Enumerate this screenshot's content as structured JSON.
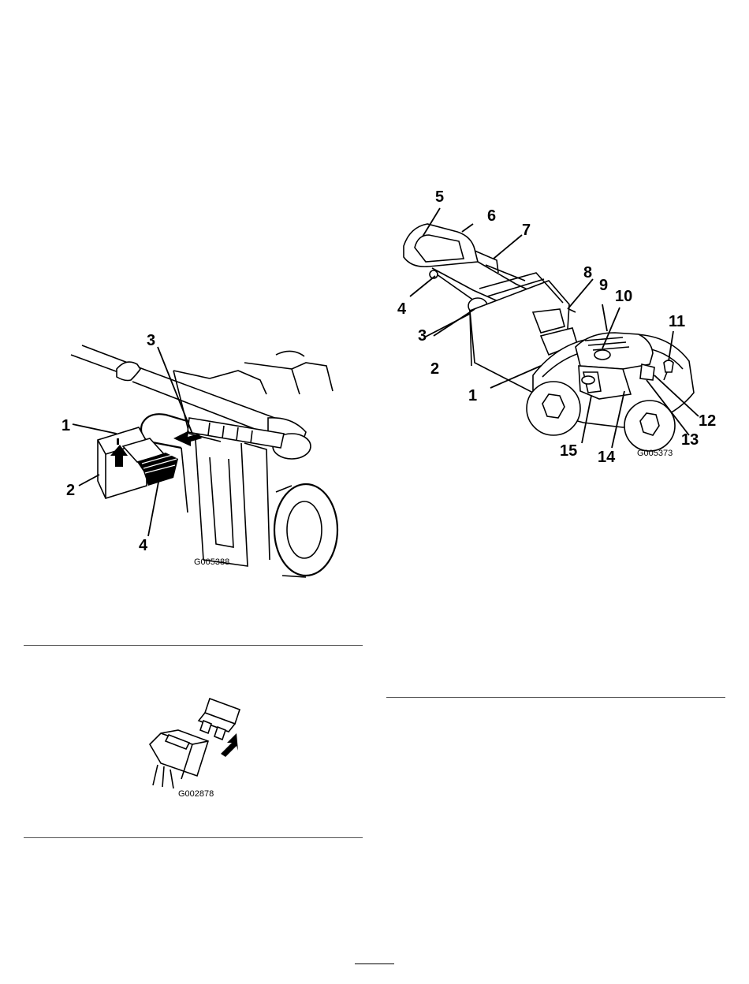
{
  "figure_fuse_box": {
    "code": "G005388",
    "callouts": [
      "1",
      "2",
      "3",
      "4"
    ]
  },
  "figure_fuse": {
    "code": "G002878"
  },
  "figure_mower": {
    "code": "G005373",
    "callouts": [
      "1",
      "2",
      "3",
      "4",
      "5",
      "6",
      "7",
      "8",
      "9",
      "10",
      "11",
      "12",
      "13",
      "14",
      "15"
    ]
  }
}
